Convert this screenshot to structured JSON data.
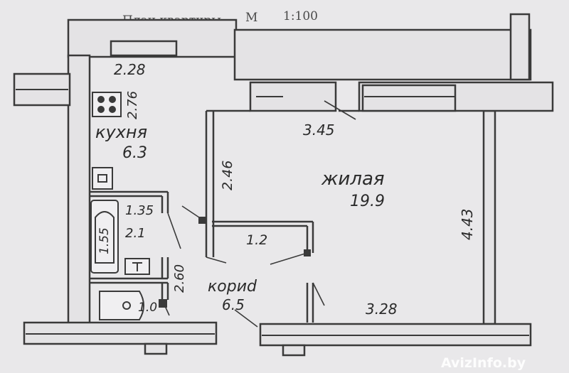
{
  "title": {
    "plan": "План квартиры",
    "scale_label": "М",
    "scale": "1:100"
  },
  "rooms": {
    "kitchen": {
      "name": "кухня",
      "area": "6.3",
      "dim_top": "2.28",
      "dim_side": "2.76"
    },
    "living": {
      "name": "жилая",
      "area": "19.9",
      "dim_top": "3.45",
      "dim_left": "2.46",
      "dim_right": "4.43",
      "dim_bottom": "3.28"
    },
    "bath": {
      "area": "2.1",
      "dim_top": "1.35",
      "dim_tub": "1.55",
      "dim_side": "2.60"
    },
    "toilet": {
      "area": "1.0"
    },
    "corridor": {
      "name": "кориd",
      "area": "6.5",
      "dim_top": "1.2"
    }
  },
  "watermark": "AvizInfo.by",
  "colors": {
    "paper": "#e9e8ea",
    "wall_line": "#3a3a3a",
    "wall_fill": "#e4e3e5",
    "ink": "#2a2a2a"
  }
}
